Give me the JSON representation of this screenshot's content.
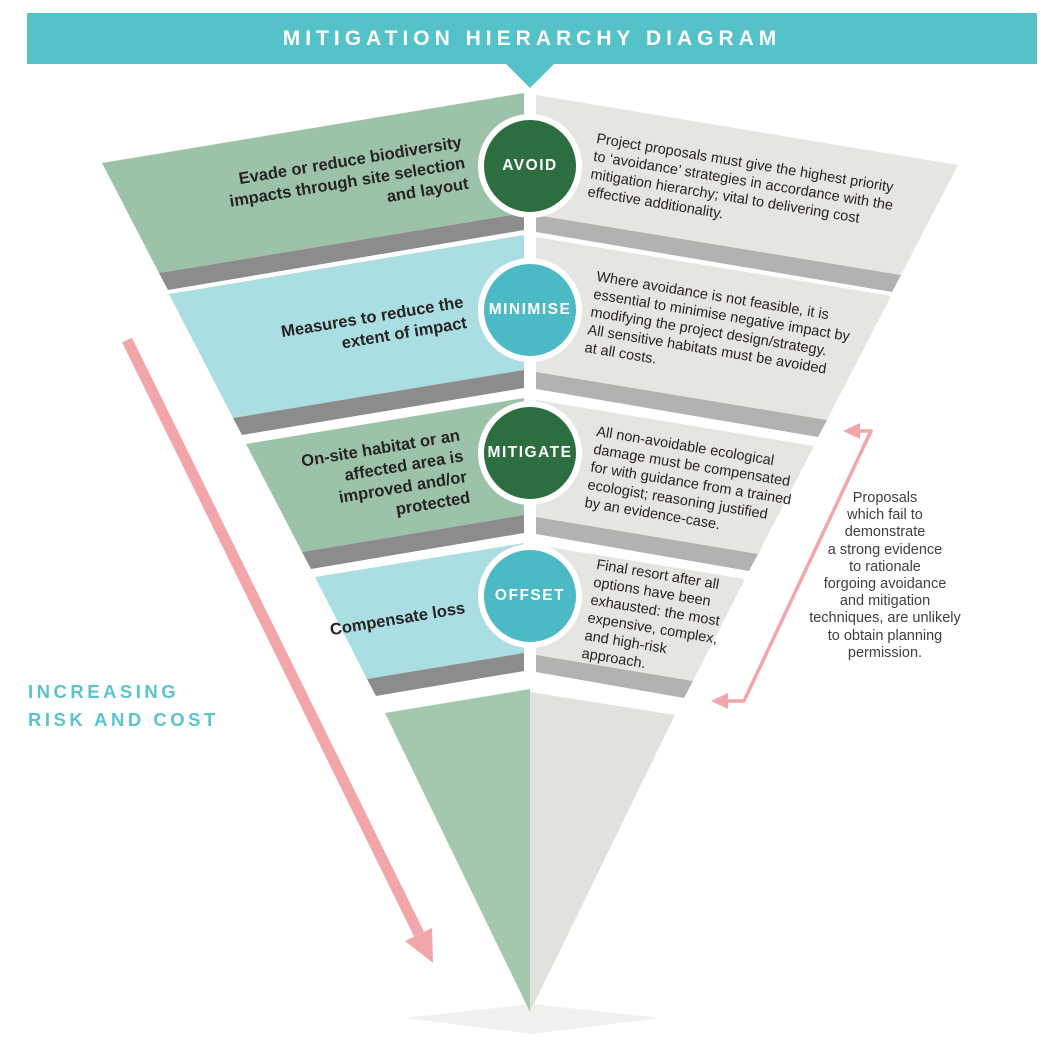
{
  "header": {
    "title": "MITIGATION HIERARCHY DIAGRAM"
  },
  "levels": [
    {
      "stage": "AVOID",
      "left_label": "Evade or reduce biodiversity\nimpacts through site selection\nand layout",
      "description": "Project proposals must give the highest priority\nto ‘avoidance’ strategies in accordance with the\nmitigation hierarchy; vital to delivering cost\neffective additionality."
    },
    {
      "stage": "MINIMISE",
      "left_label": "Measures to reduce the\nextent of impact",
      "description": "Where avoidance is not feasible, it is\nessential to minimise negative impact by\nmodifying the project design/strategy.\nAll sensitive habitats must be avoided\nat all costs."
    },
    {
      "stage": "MITIGATE",
      "left_label": "On-site habitat or an\naffected area is\nimproved and/or\nprotected",
      "description": "All non-avoidable ecological\ndamage must be compensated\nfor with guidance from a trained\necologist; reasoning justified\nby an evidence-case."
    },
    {
      "stage": "OFFSET",
      "left_label": "Compensate loss",
      "description": "Final resort after all\noptions have been\nexhausted: the most\nexpensive, complex,\nand high-risk\napproach."
    }
  ],
  "risk_label": "INCREASING\nRISK AND COST",
  "annotation": "Proposals\nwhich fail to\ndemonstrate\na strong evidence\nto rationale\nforgoing avoidance\nand mitigation\ntechniques, are unlikely\nto obtain planning\npermission.",
  "colors": {
    "teal": "#55c1c9",
    "dark-green": "#2d6e41",
    "circle-teal": "#4bbac5",
    "sage": "#9cc3a9",
    "cyan": "#aadee3",
    "panel-gray": "#e7e5e2",
    "shadow-dark": "#8c8c8c",
    "shadow-light": "#b3b2b0",
    "pink": "#f2a6aa",
    "text-dark": "#262324",
    "risk-teal": "#59c4cc"
  }
}
